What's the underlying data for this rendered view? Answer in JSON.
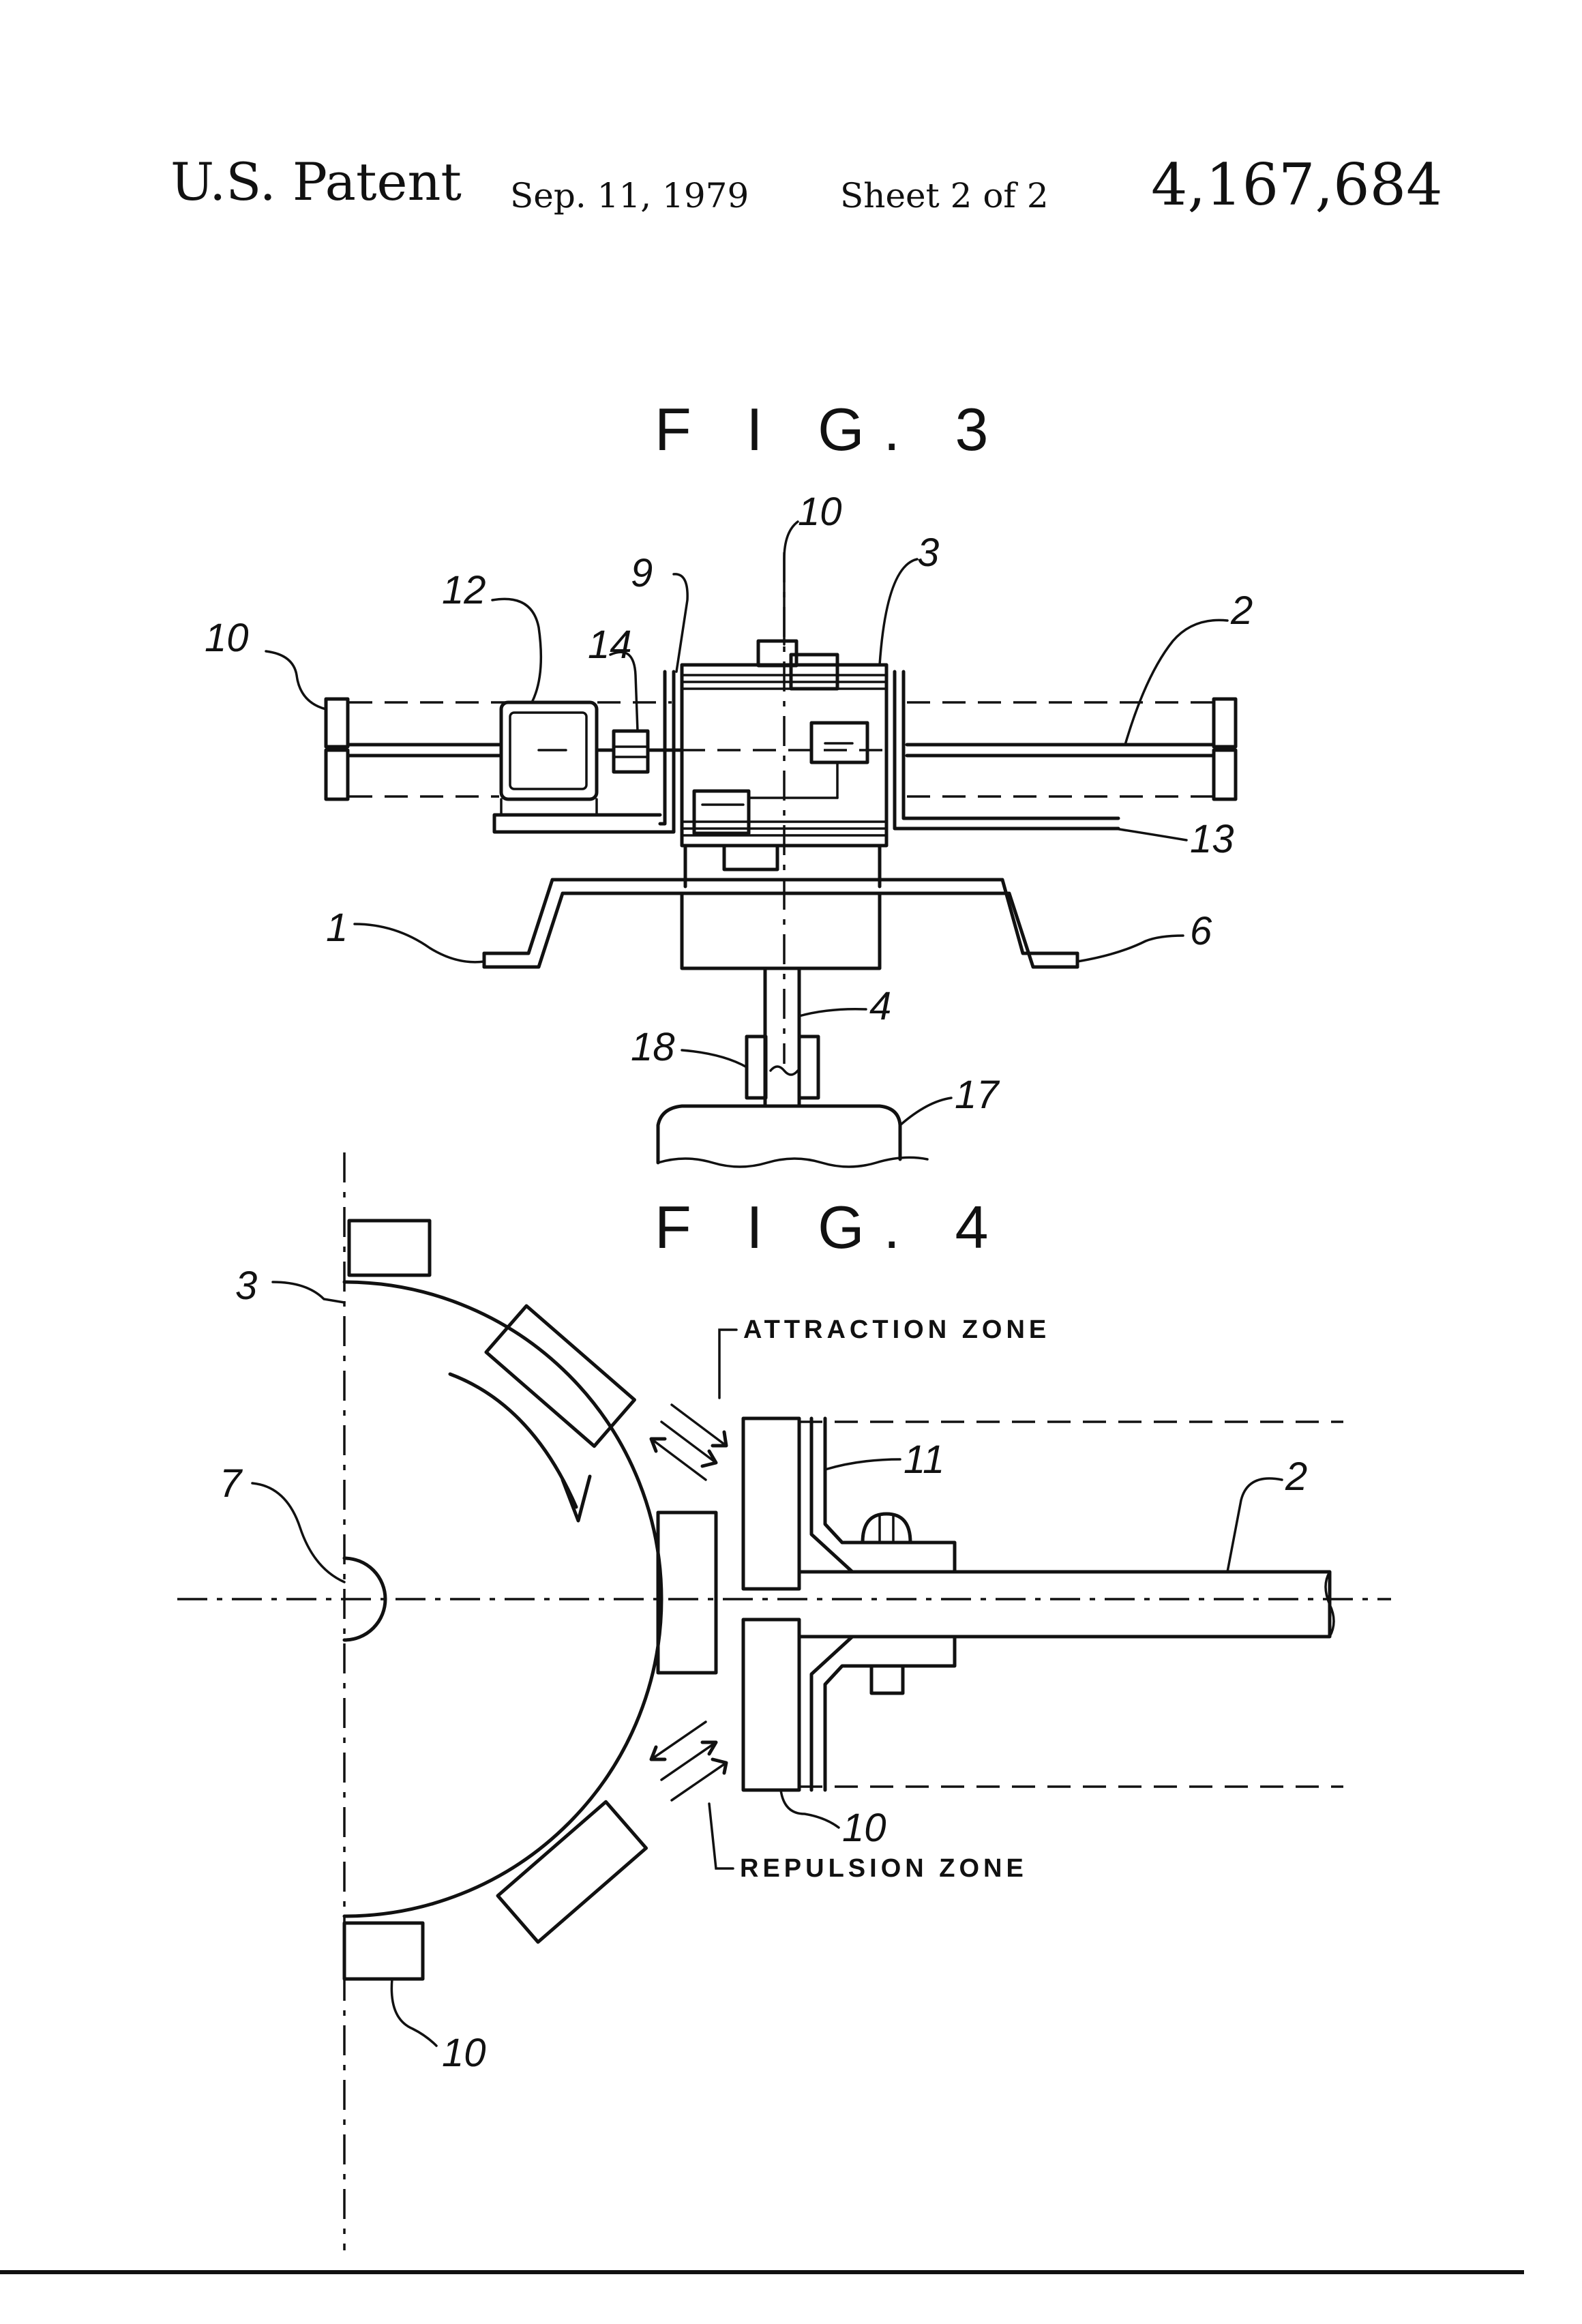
{
  "header": {
    "left": "U.S. Patent",
    "date": "Sep. 11, 1979",
    "sheet": "Sheet 2 of 2",
    "number": "4,167,684"
  },
  "fig3": {
    "title": "F I G. 3",
    "labels": {
      "l10a": "10",
      "l10b": "10",
      "l12": "12",
      "l14": "14",
      "l9": "9",
      "l3": "3",
      "l2": "2",
      "l13": "13",
      "l1": "1",
      "l6": "6",
      "l4": "4",
      "l18": "18",
      "l17": "17"
    }
  },
  "fig4": {
    "title": "F I G. 4",
    "attraction_zone": "ATTRACTION ZONE",
    "repulsion_zone": "REPULSION ZONE",
    "labels": {
      "l3": "3",
      "l7": "7",
      "l11": "11",
      "l2": "2",
      "l10a": "10",
      "l10b": "10"
    }
  }
}
